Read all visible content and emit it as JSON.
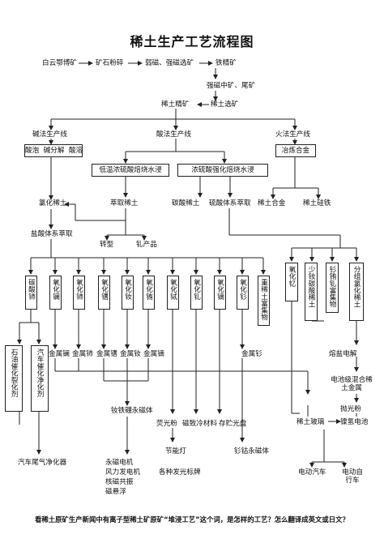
{
  "title": "稀土生产工艺流程图",
  "ore": {
    "baiyun": "白云鄂博矿",
    "crush": "矿石粉碎",
    "separation": "弱磁、强磁选矿",
    "iron_concentrate": "铁精矿",
    "strong_tail": "强磁中矿、尾矿",
    "re_concentrate": "稀土精矿",
    "re_dressing": "稀土选矿"
  },
  "lines": {
    "alkali": "碱法生产线",
    "acid": "酸法生产线",
    "fire": "火法生产线"
  },
  "alkali_steps": {
    "acid_foam": "酸泡",
    "alkali_decomp": "碱分解",
    "acid_dissolve": "酸溶"
  },
  "acid_steps": {
    "low_temp": "低温浓硫酸焙烧水浸",
    "high_temp": "浓硫酸强化焙烧水浸",
    "extraction": "萃取稀土",
    "re_carbonate": "碳酸稀土",
    "sulfate_extract": "硫酸体系萃取"
  },
  "fire_steps": {
    "smelt": "冶炼合金",
    "re_alloy": "稀土合金",
    "re_ferrosilicon": "稀土硅铁"
  },
  "chloride": "氯化稀土",
  "hcl_extract": "盐酸体系萃取",
  "transform": "转型",
  "calcium_products": "钆产品",
  "oxides": {
    "carbonate_ce": "碳酸铈",
    "la": "氧化镧",
    "ce": "氧化铈",
    "pr": "氧化镨",
    "nd": "氧化钕",
    "eu": "氧化铕",
    "tb": "氧化铽",
    "gd": "氧化钆",
    "dy": "氧化镝",
    "sm": "氧化钐",
    "heavy": "重稀土富集物",
    "y": "氧化钇",
    "few_fe_re": "少钕碳酸稀土",
    "sm_eu_gd": "钐铕钆富集物",
    "re_chloride_group": "分组氯化稀土"
  },
  "catalyst": {
    "petroleum": "石油催化裂化剂",
    "auto": "汽车催化净化剂",
    "auto_exhaust": "汽车尾气净化器"
  },
  "metals": {
    "la": "金属镧",
    "ce": "金属铈",
    "pr": "金属镨",
    "nd": "金属钕",
    "dy": "金属镝",
    "sm": "金属钐"
  },
  "electrolysis": {
    "molten": "熔盐电解",
    "battery_alloy": "电池级混合稀土金属",
    "polish": "抛光粉",
    "nimh": "镍氢电池",
    "re_glass": "稀土玻璃"
  },
  "magnets": {
    "ndfeb": "钕铁硼永磁体",
    "smco": "钐钴永磁体",
    "phosphor": "荧光粉",
    "mag_cool": "磁致冷材料",
    "storage_disc": "存贮光盘"
  },
  "apps": {
    "motor": "永磁电机",
    "wind": "风力发电机",
    "mri": "核磁共振",
    "maglev": "磁悬浮",
    "lamp": "节能灯",
    "signs": "各种发光标牌",
    "ev": "电动汽车",
    "ebike": "电动自行车"
  },
  "footer": "看稀土原矿生产新闻中有离子型稀土矿原矿“堆浸工艺”这个词，是怎样的工艺？怎么翻译成英文或日文？"
}
